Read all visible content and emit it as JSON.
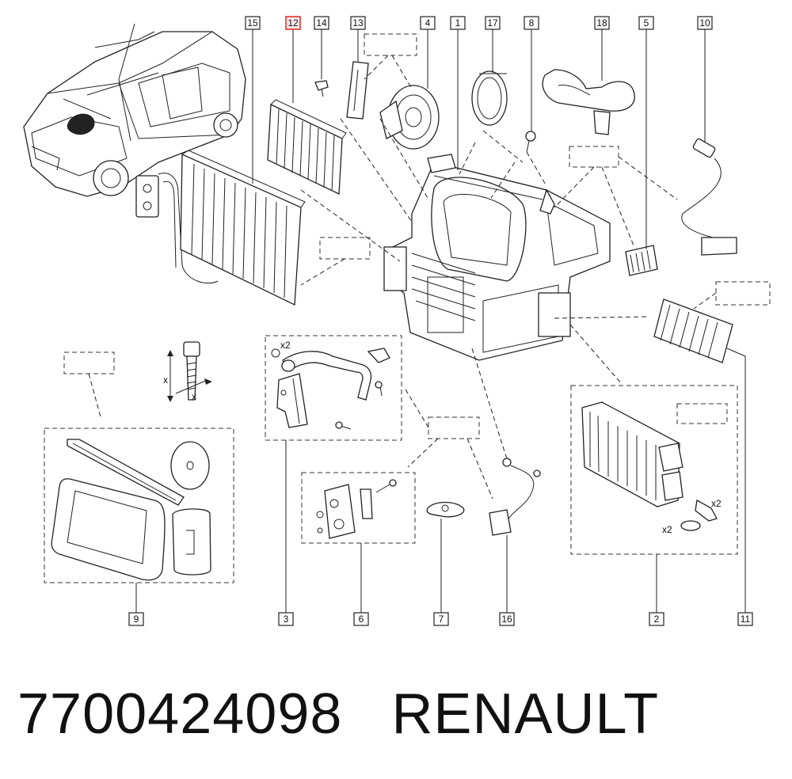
{
  "diagram": {
    "callouts": [
      {
        "id": "15",
        "label": "15"
      },
      {
        "id": "12",
        "label": "12",
        "highlight": true
      },
      {
        "id": "14",
        "label": "14"
      },
      {
        "id": "13",
        "label": "13"
      },
      {
        "id": "4",
        "label": "4"
      },
      {
        "id": "1",
        "label": "1"
      },
      {
        "id": "17",
        "label": "17"
      },
      {
        "id": "8",
        "label": "8"
      },
      {
        "id": "18",
        "label": "18"
      },
      {
        "id": "5",
        "label": "5"
      },
      {
        "id": "10",
        "label": "10"
      },
      {
        "id": "9",
        "label": "9"
      },
      {
        "id": "3",
        "label": "3"
      },
      {
        "id": "6",
        "label": "6"
      },
      {
        "id": "7",
        "label": "7"
      },
      {
        "id": "16",
        "label": "16"
      },
      {
        "id": "2",
        "label": "2"
      },
      {
        "id": "11",
        "label": "11"
      }
    ],
    "quantity_labels": {
      "hose_clamps": "x2",
      "heater_screws": "x2",
      "heater_seals": "x2",
      "bolt_dim_x1": "x",
      "bolt_dim_x2": "x"
    },
    "highlight_color": "#e0352b"
  },
  "caption": {
    "part_number": "7700424098",
    "brand": "RENAULT"
  }
}
